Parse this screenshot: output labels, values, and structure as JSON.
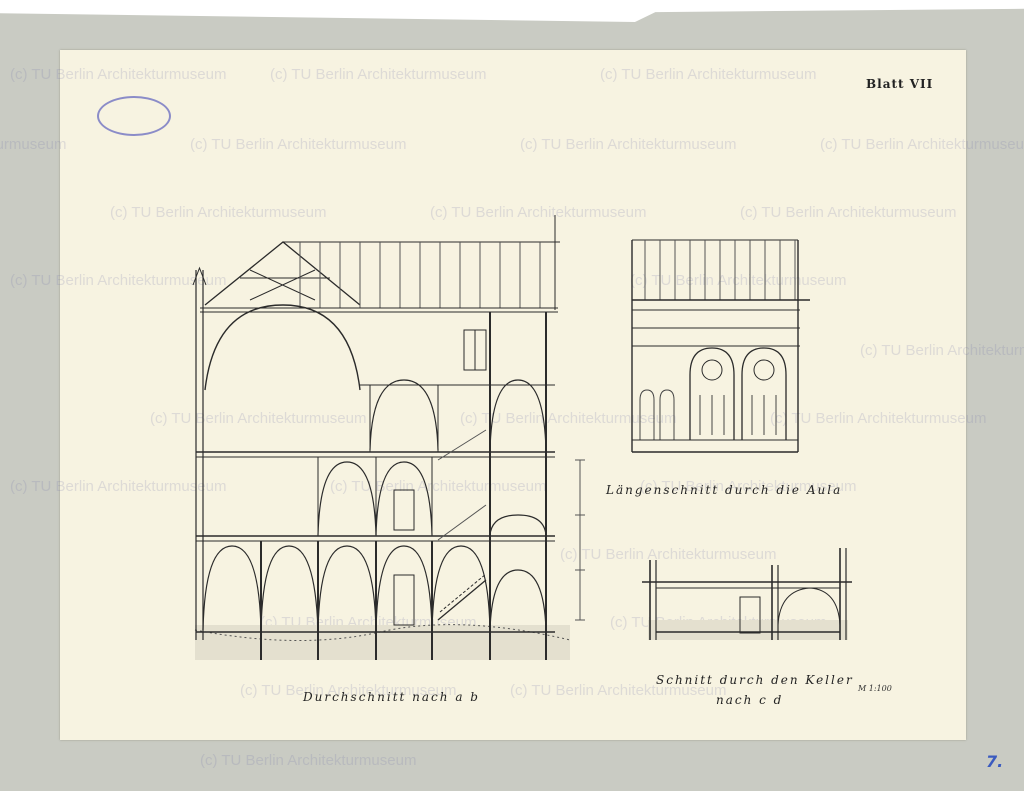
{
  "sheet": {
    "title": "Blatt VII",
    "sheet_number": "7."
  },
  "captions": {
    "cross_section": "Durchschnitt nach a b",
    "longitudinal_section": "Längenschnitt durch die Aula",
    "cellar_section_line1": "Schnitt durch den Keller",
    "cellar_section_line2": "nach c d",
    "scale_note": "M 1:100"
  },
  "watermark": {
    "text": "(c) TU Berlin Architekturmuseum"
  },
  "colors": {
    "mount_board": "#c9cbc3",
    "paper": "#f7f3e1",
    "ink": "#2b2b2b",
    "stamp": "#8b8cc8",
    "pencil_number": "#3b5bbf"
  }
}
